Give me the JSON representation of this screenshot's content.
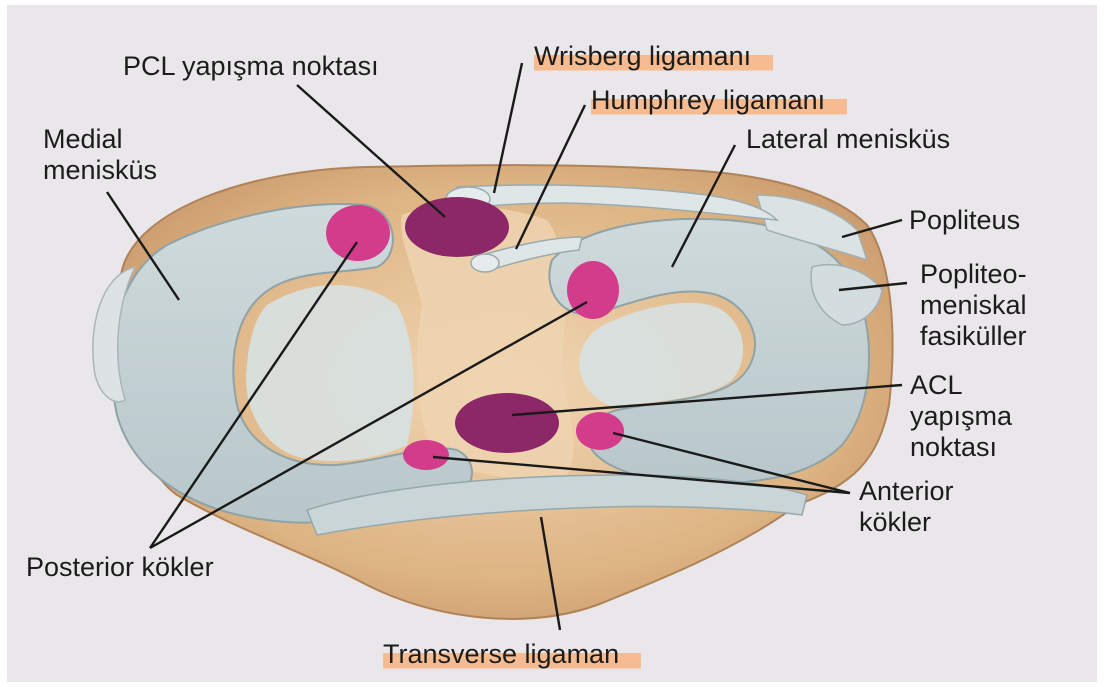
{
  "labels": {
    "pcl": "PCL yapışma noktası",
    "wrisberg": "Wrisberg ligamanı",
    "humphrey": "Humphrey ligamanı",
    "medial": "Medial\nmenisküs",
    "lateral": "Lateral menisküs",
    "popliteus": "Popliteus",
    "popliteomeniskal": "Popliteo-\nmeniskal\nfasiküller",
    "acl": "ACL\nyapışma\nnoktası",
    "anterior": "Anterior\nkökler",
    "posterior": "Posterior kökler",
    "transverse": "Transverse ligaman"
  },
  "colors": {
    "page_background": "#e9e7e9",
    "tibia": "#d9b083",
    "meniscus": "#c3d1d3",
    "meniscus_inner": "#d7e1e2",
    "root_attachment": "#d23c8a",
    "cruciate_attachment": "#8c2868",
    "highlight": "#ffa05a",
    "leader_line": "#1a1a1a"
  }
}
